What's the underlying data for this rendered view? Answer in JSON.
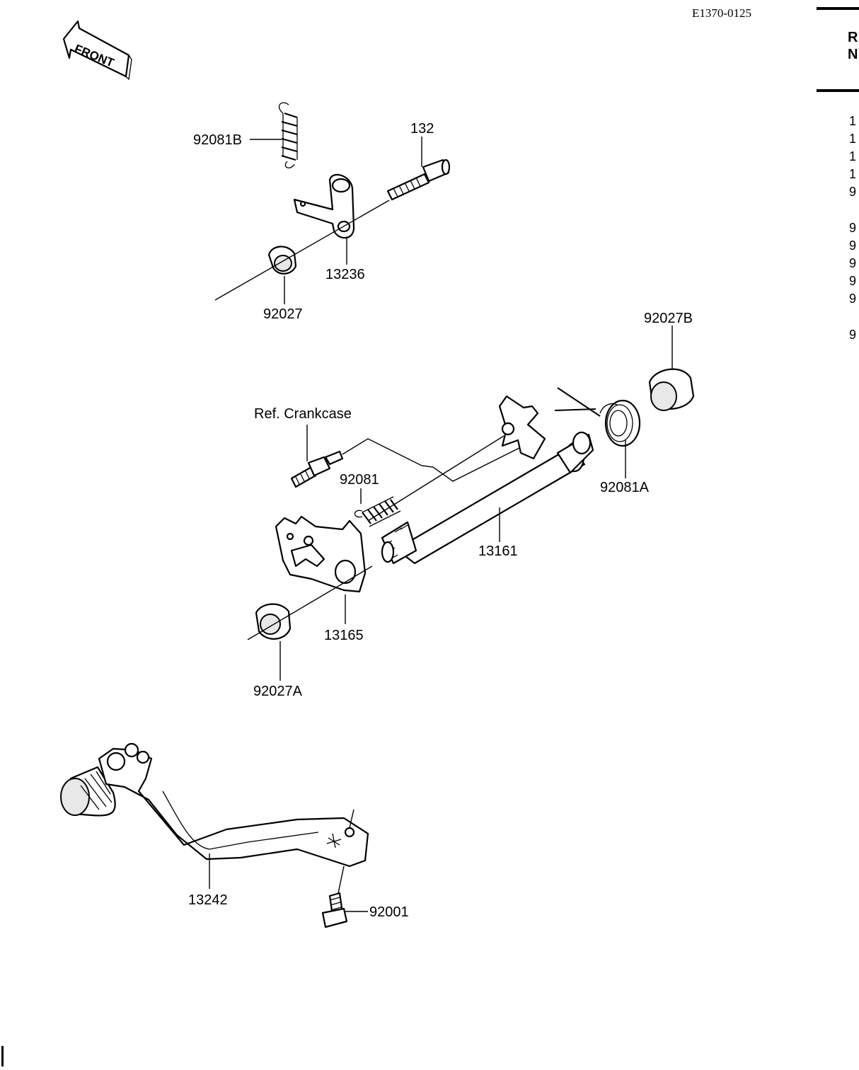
{
  "diagram": {
    "code": "E1370-0125",
    "front_label": "FRONT",
    "reference_label": "Ref. Crankcase",
    "callouts": {
      "p92081B": "92081B",
      "p132": "132",
      "p13236": "13236",
      "p92027": "92027",
      "p92027B": "92027B",
      "p92081A": "92081A",
      "p92081": "92081",
      "p13161": "13161",
      "p13165": "13165",
      "p92027A": "92027A",
      "p13242": "13242",
      "p92001": "92001"
    }
  },
  "right_column": {
    "header_lines": [
      "R",
      "N"
    ],
    "row_digits": [
      "1",
      "1",
      "1",
      "1",
      "9",
      "9",
      "9",
      "9",
      "9",
      "9",
      "9"
    ]
  }
}
